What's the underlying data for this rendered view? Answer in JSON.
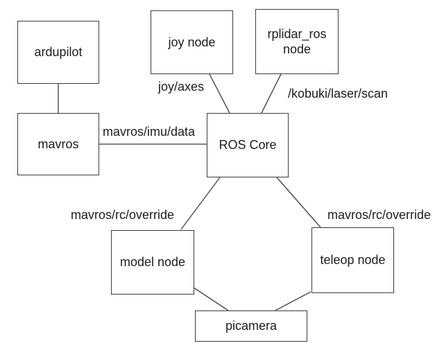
{
  "diagram": {
    "colors": {
      "background": "#ffffff",
      "box_border": "#3c3c3c",
      "line": "#4a4a4a",
      "text": "#1c1c1c"
    },
    "nodes": {
      "ardupilot": {
        "label": "ardupilot"
      },
      "mavros": {
        "label": "mavros"
      },
      "joy_node": {
        "label": "joy node"
      },
      "rplidar_ros_node": {
        "label": "rplidar_ros node"
      },
      "ros_core": {
        "label": "ROS Core"
      },
      "model_node": {
        "label": "model node"
      },
      "teleop_node": {
        "label": "teleop node"
      },
      "picamera": {
        "label": "picamera"
      }
    },
    "edge_labels": {
      "joy_axes": "joy/axes",
      "kobuki_laser_scan": "/kobuki/laser/scan",
      "mavros_imu_data": "mavros/imu/data",
      "mavros_rc_override_left": "mavros/rc/override",
      "mavros_rc_override_right": "mavros/rc/override"
    },
    "edges": [
      {
        "from": "ardupilot",
        "to": "mavros",
        "label": ""
      },
      {
        "from": "mavros",
        "to": "ros_core",
        "label": "mavros/imu/data"
      },
      {
        "from": "joy_node",
        "to": "ros_core",
        "label": "joy/axes"
      },
      {
        "from": "rplidar_ros_node",
        "to": "ros_core",
        "label": "/kobuki/laser/scan"
      },
      {
        "from": "ros_core",
        "to": "model_node",
        "label": "mavros/rc/override"
      },
      {
        "from": "ros_core",
        "to": "teleop_node",
        "label": "mavros/rc/override"
      },
      {
        "from": "model_node",
        "to": "picamera",
        "label": ""
      },
      {
        "from": "teleop_node",
        "to": "picamera",
        "label": ""
      }
    ]
  }
}
